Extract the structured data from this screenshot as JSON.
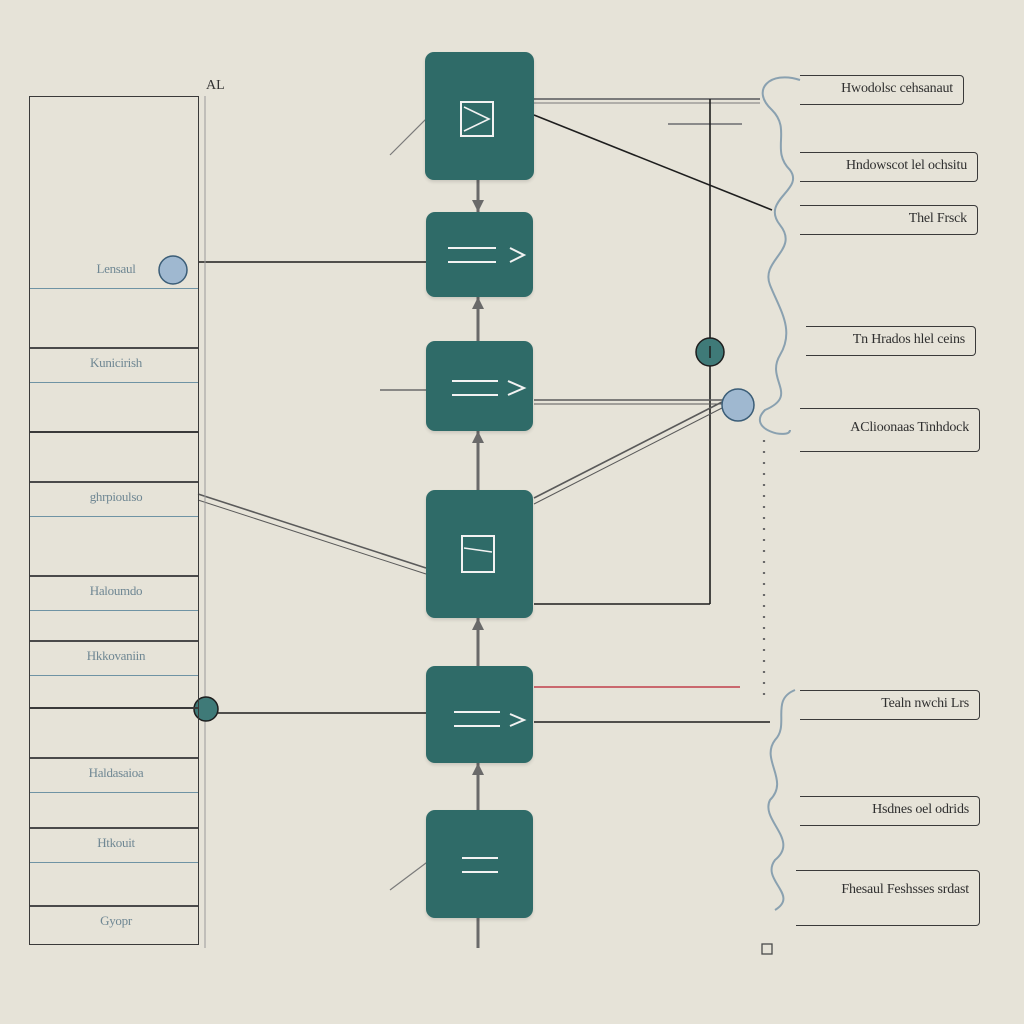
{
  "diagram": {
    "top_label": "AL",
    "left_panel": {
      "rows": [
        {
          "text": "Lensaul"
        },
        {
          "text": "Kunicirish"
        },
        {
          "text": "ghrpioulso"
        },
        {
          "text": "Haloumdo"
        },
        {
          "text": "Hkkovaniin"
        },
        {
          "text": "Haldasaioa"
        },
        {
          "text": "Htkouit"
        },
        {
          "text": "Gyopr"
        }
      ]
    },
    "right_labels": [
      {
        "text": "Hwodolsc cehsanaut"
      },
      {
        "text": "Hndowscot lel ochsitu"
      },
      {
        "text": "Thel Frsck"
      },
      {
        "text": "Tn Hrados hlel ceins"
      },
      {
        "text": "AClioonaas Tinhdock"
      },
      {
        "text": "Tealn nwchi Lrs"
      },
      {
        "text": "Hsdnes oel odrids"
      },
      {
        "text": "Fhesaul Feshsses srdast"
      }
    ],
    "nodes": [
      {
        "glyph": "box"
      },
      {
        "glyph": "eq-arrow"
      },
      {
        "glyph": "eq-arrow"
      },
      {
        "glyph": "box"
      },
      {
        "glyph": "eq-arrow"
      },
      {
        "glyph": "eq"
      }
    ],
    "colors": {
      "background": "#e6e3d8",
      "node": "#2f6b68",
      "connector": "#1e1e1e",
      "accent_red": "#c0404a",
      "junction_blue": "#9fb8d0",
      "junction_teal": "#3f7a78"
    }
  }
}
